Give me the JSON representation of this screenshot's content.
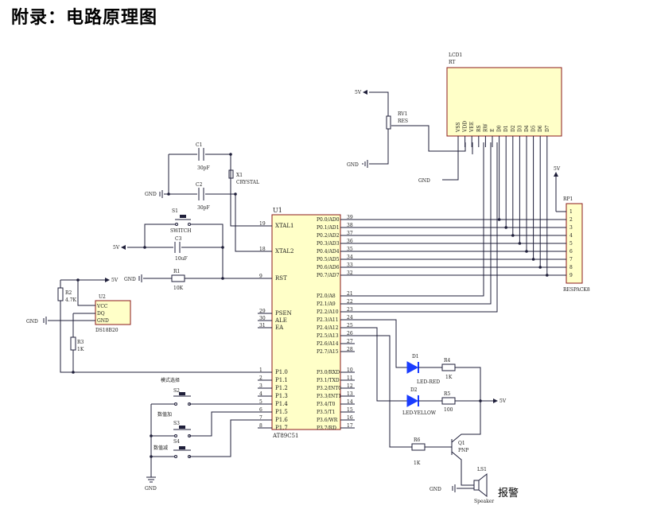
{
  "heading": "附录：电路原理图",
  "mcu": {
    "ref": "U1",
    "part": "AT89C51",
    "left_pins": [
      {
        "num": "19",
        "name": "XTAL1"
      },
      {
        "num": "18",
        "name": "XTAL2"
      },
      {
        "num": "9",
        "name": "RST"
      },
      {
        "num": "29",
        "name": "PSEN"
      },
      {
        "num": "30",
        "name": "ALE"
      },
      {
        "num": "31",
        "name": "EA"
      },
      {
        "num": "1",
        "name": "P1.0"
      },
      {
        "num": "2",
        "name": "P1.1"
      },
      {
        "num": "3",
        "name": "P1.2"
      },
      {
        "num": "4",
        "name": "P1.3"
      },
      {
        "num": "5",
        "name": "P1.4"
      },
      {
        "num": "6",
        "name": "P1.5"
      },
      {
        "num": "7",
        "name": "P1.6"
      },
      {
        "num": "8",
        "name": "P1.7"
      }
    ],
    "right_pins_p0": [
      {
        "num": "39",
        "name": "P0.0/AD0"
      },
      {
        "num": "38",
        "name": "P0.1/AD1"
      },
      {
        "num": "37",
        "name": "P0.2/AD2"
      },
      {
        "num": "36",
        "name": "P0.3/AD3"
      },
      {
        "num": "35",
        "name": "P0.4/AD4"
      },
      {
        "num": "34",
        "name": "P0.5/AD5"
      },
      {
        "num": "33",
        "name": "P0.6/AD6"
      },
      {
        "num": "32",
        "name": "P0.7/AD7"
      }
    ],
    "right_pins_p2": [
      {
        "num": "21",
        "name": "P2.0/A8"
      },
      {
        "num": "22",
        "name": "P2.1/A9"
      },
      {
        "num": "23",
        "name": "P2.2/A10"
      },
      {
        "num": "24",
        "name": "P2.3/A11"
      },
      {
        "num": "25",
        "name": "P2.4/A12"
      },
      {
        "num": "26",
        "name": "P2.5/A13"
      },
      {
        "num": "27",
        "name": "P2.6/A14"
      },
      {
        "num": "28",
        "name": "P2.7/A15"
      }
    ],
    "right_pins_p3": [
      {
        "num": "10",
        "name": "P3.0/RXD"
      },
      {
        "num": "11",
        "name": "P3.1/TXD"
      },
      {
        "num": "12",
        "name": "P3.2/INT0"
      },
      {
        "num": "13",
        "name": "P3.3/INT1"
      },
      {
        "num": "14",
        "name": "P3.4/T0"
      },
      {
        "num": "15",
        "name": "P3.5/T1"
      },
      {
        "num": "16",
        "name": "P3.6/WR"
      },
      {
        "num": "17",
        "name": "P3.7/RD"
      }
    ]
  },
  "lcd": {
    "ref": "LCD1",
    "part": "RT",
    "pins": [
      "VSS",
      "VDD",
      "VEE",
      "RS",
      "RW",
      "E",
      "D0",
      "D1",
      "D2",
      "D3",
      "D4",
      "D5",
      "D6",
      "D7"
    ]
  },
  "rp1": {
    "ref": "RP1",
    "part": "RESPACK8",
    "pins": [
      "1",
      "2",
      "3",
      "4",
      "5",
      "6",
      "7",
      "8",
      "9"
    ]
  },
  "pot": {
    "ref": "RV1",
    "value": "RES"
  },
  "crystal": {
    "ref": "X1",
    "part": "CRYSTAL"
  },
  "c1": {
    "ref": "C1",
    "value": "30pF"
  },
  "c2": {
    "ref": "C2",
    "value": "30pF"
  },
  "c3": {
    "ref": "C3",
    "value": "10uF"
  },
  "r1": {
    "ref": "R1",
    "value": "10K"
  },
  "r2": {
    "ref": "R2",
    "value": "4.7K"
  },
  "r3": {
    "ref": "R3",
    "value": "1K"
  },
  "r4": {
    "ref": "R4",
    "value": "1K"
  },
  "r5": {
    "ref": "R5",
    "value": "100"
  },
  "r6": {
    "ref": "R6",
    "value": "1K"
  },
  "s1": {
    "ref": "S1",
    "label": "SWITCH"
  },
  "sensor": {
    "ref": "U2",
    "part": "DS18B20",
    "pins": [
      "VCC",
      "DQ",
      "GND"
    ]
  },
  "led1": {
    "ref": "D1",
    "part": "LED-RED"
  },
  "led2": {
    "ref": "D2",
    "part": "LED-YELLOW"
  },
  "q1": {
    "ref": "Q1",
    "part": "PNP"
  },
  "speaker": {
    "ref": "LS1",
    "part": "Speaker"
  },
  "buttons": {
    "mode": {
      "ref": "S2",
      "label": "模式选择"
    },
    "up": {
      "ref": "S3",
      "label": "数值加"
    },
    "down": {
      "ref": "S4",
      "label": "数值减"
    }
  },
  "alarm_label": "报警",
  "power": {
    "vcc": "5V",
    "gnd": "GND"
  }
}
